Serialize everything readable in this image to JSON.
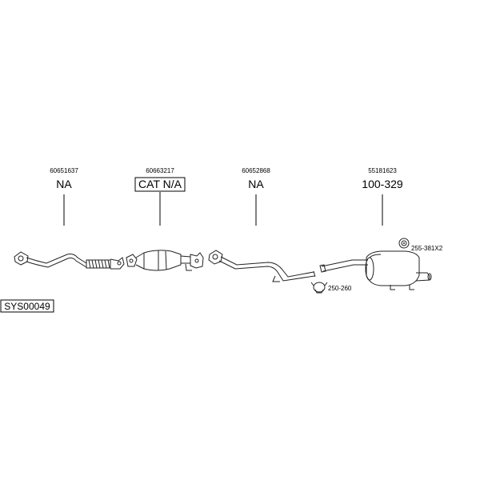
{
  "system_code": "SYS00049",
  "parts": [
    {
      "part_number": "60651637",
      "code": "NA",
      "boxed": false
    },
    {
      "part_number": "60663217",
      "code": "CAT N/A",
      "boxed": true
    },
    {
      "part_number": "60652868",
      "code": "NA",
      "boxed": false
    },
    {
      "part_number": "55181623",
      "code": "100-329",
      "boxed": false
    }
  ],
  "accessories": [
    {
      "label": "255-381X2"
    },
    {
      "label": "250-260"
    }
  ]
}
